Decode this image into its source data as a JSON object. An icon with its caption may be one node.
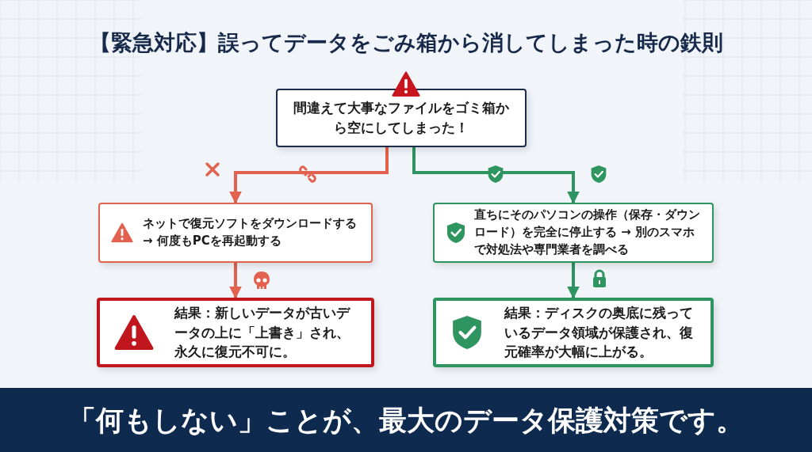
{
  "diagram": {
    "title": "【緊急対応】誤ってデータをごみ箱から消してしまった時の鉄則",
    "caption": "「何もしない」ことが、最大のデータ保護対策です。",
    "nodes": [
      {
        "text": [
          "間違えて大事なファイルをゴミ箱から空にしてしまった！"
        ]
      },
      {
        "text": [
          "ネットで復元ソフトをダウンロードする → 何度もPCを再起動する"
        ]
      },
      {
        "text": [
          "直ちにそのパソコンの操作（保存・ダウンロード）を完全に停止する → 別のスマホで対処法や専門業者を調べる"
        ]
      },
      {
        "text": [
          "結果：新しいデータが古いデータの上に「上書き」され、永久に復元不可に。"
        ]
      },
      {
        "text": [
          "結果：ディスクの奥底に残っているデータ領域が保護され、復元確率が大幅に上がる。"
        ]
      }
    ],
    "edges": [
      {
        "from": 0,
        "to": 1,
        "arrow": "to",
        "color": "#e2614f"
      },
      {
        "from": 0,
        "to": 2,
        "arrow": "to",
        "color": "#2e9460"
      },
      {
        "from": 1,
        "to": 3,
        "arrow": "to",
        "color": "#e2614f"
      },
      {
        "from": 2,
        "to": 4,
        "arrow": "to",
        "color": "#2e9460"
      }
    ]
  }
}
